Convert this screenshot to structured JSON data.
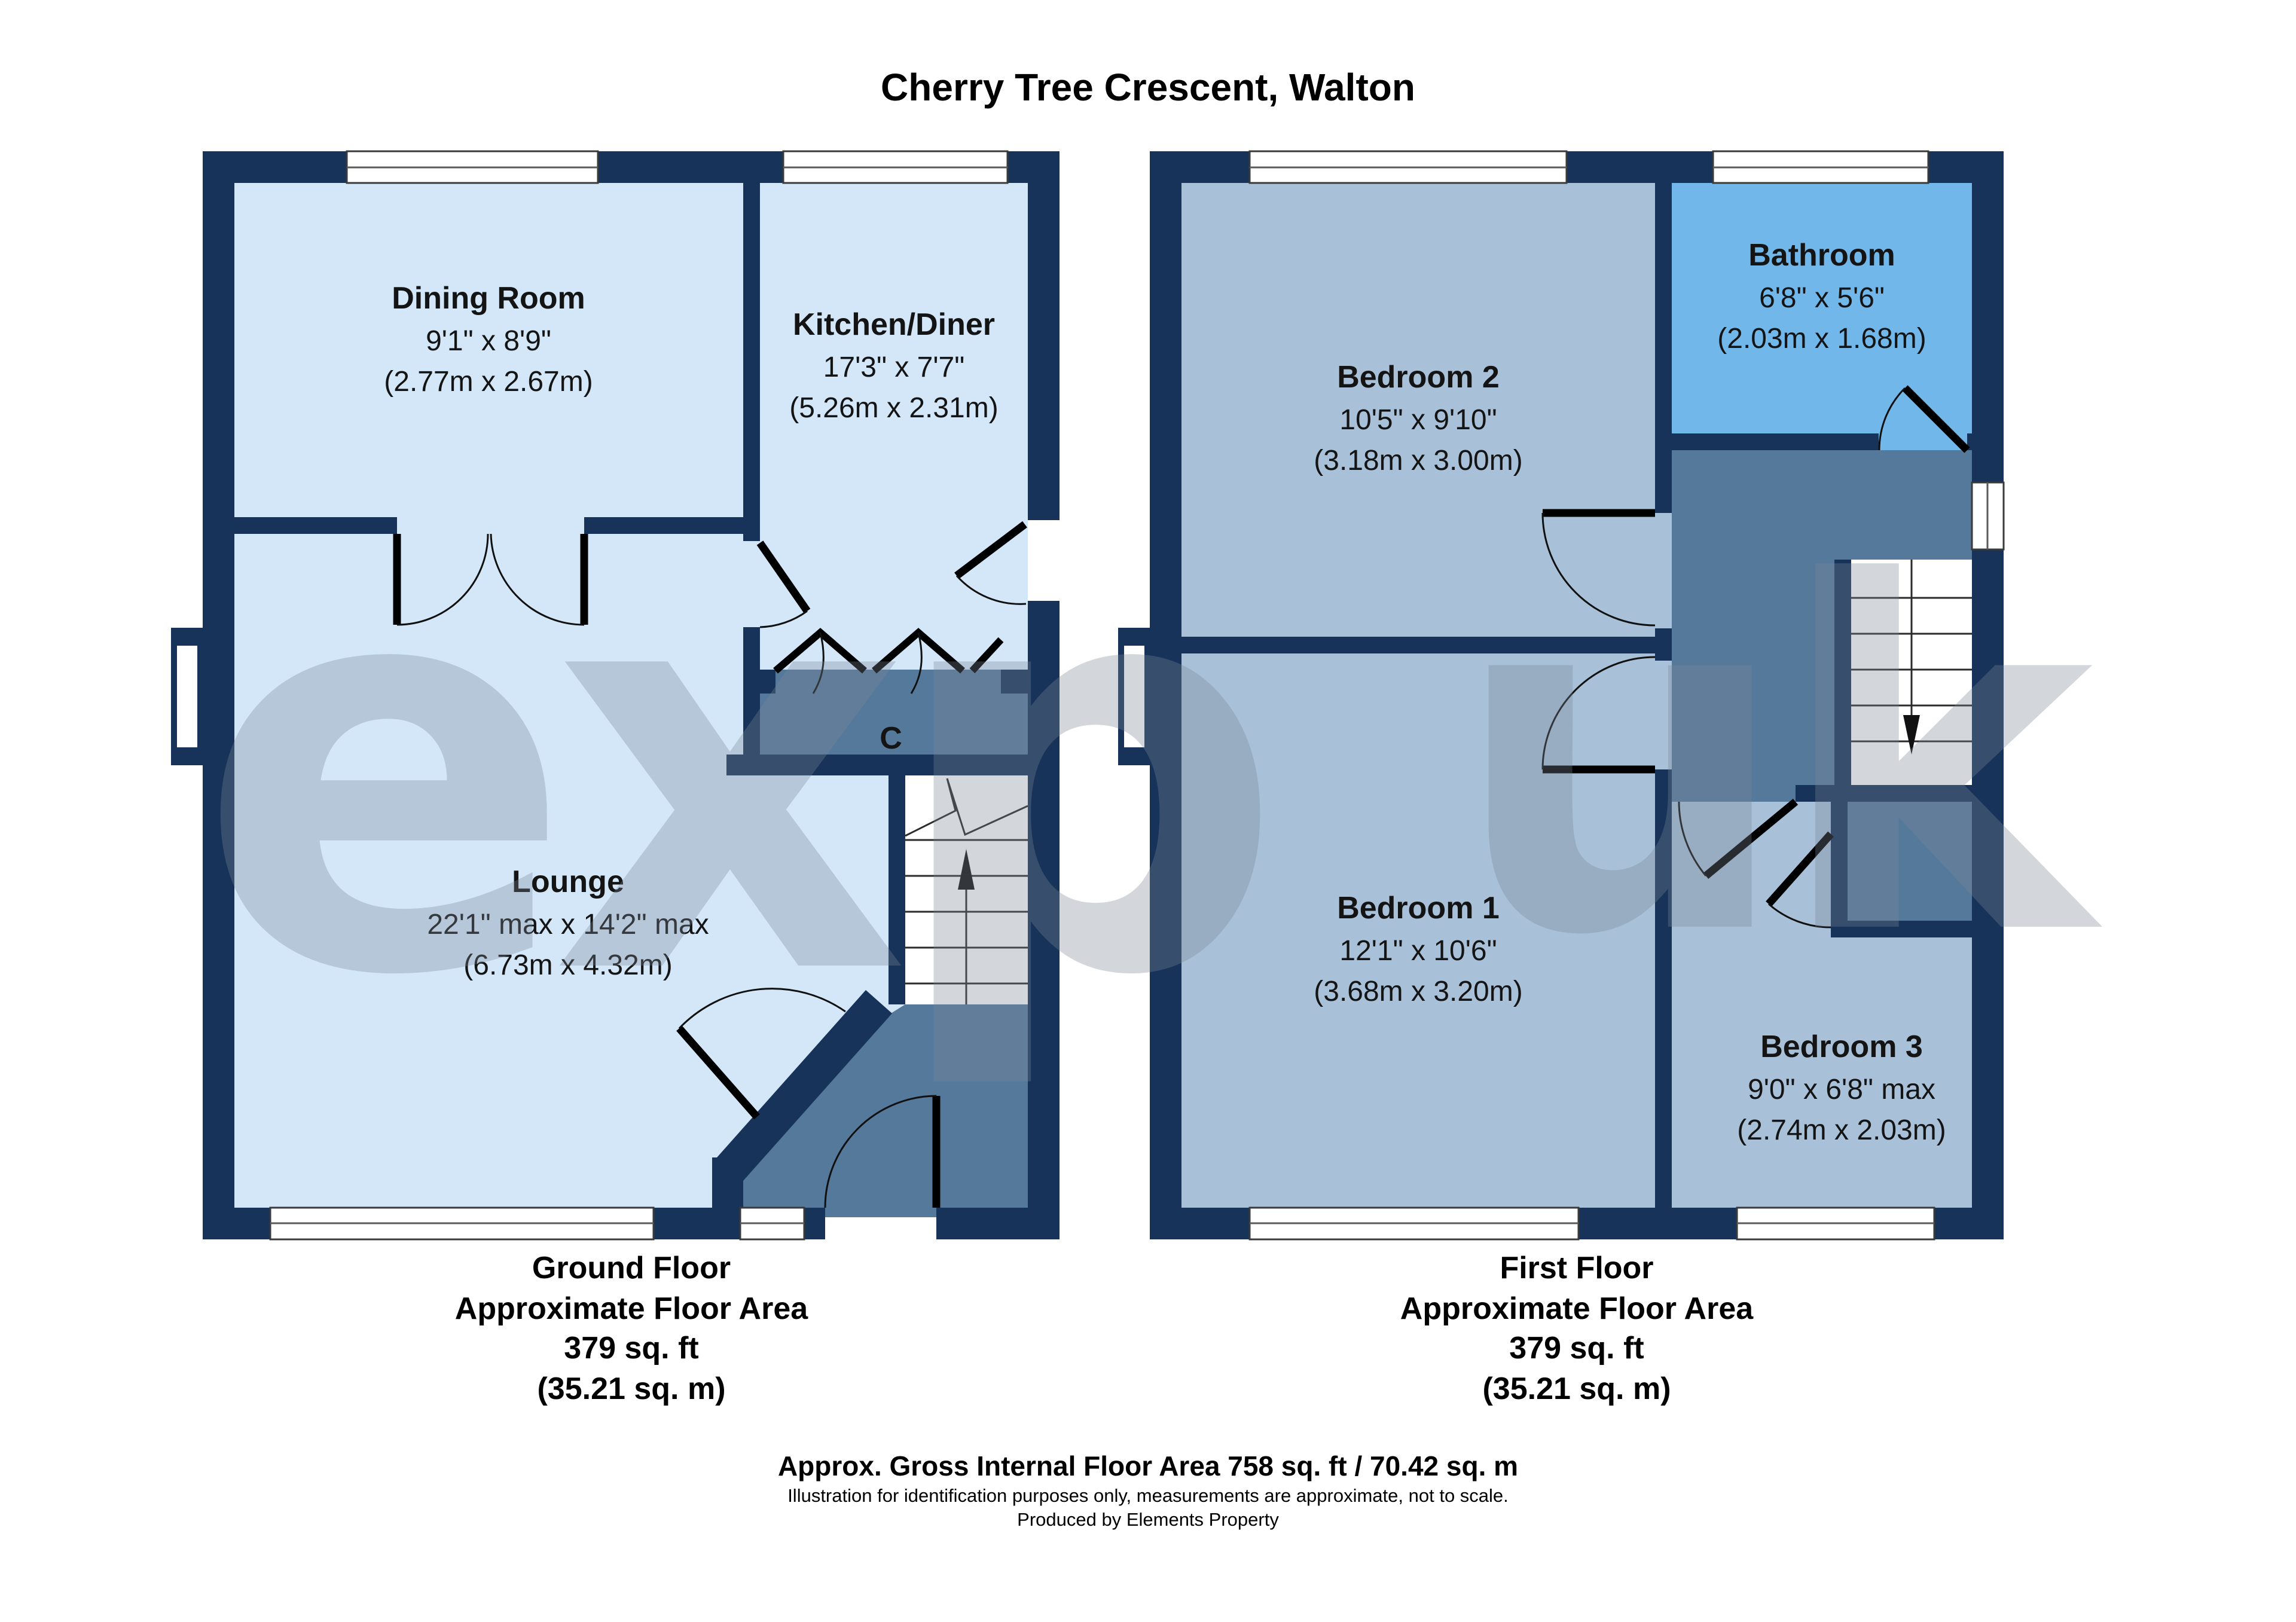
{
  "title": "Cherry Tree Crescent, Walton",
  "colors": {
    "wall": "#17335a",
    "roomLight": "#d3e7f9",
    "roomMid": "#a8c1d8",
    "slate": "#55799b",
    "bath": "#72b7ea",
    "wm": "rgba(120,135,150,0.33)"
  },
  "watermark": {
    "left": "exp",
    "right": "uk"
  },
  "ground_floor": {
    "rooms": {
      "dining": {
        "name": "Dining Room",
        "imperial": "9'1\" x 8'9\"",
        "metric": "(2.77m x 2.67m)"
      },
      "kitchen": {
        "name": "Kitchen/Diner",
        "imperial": "17'3\" x 7'7\"",
        "metric": "(5.26m x 2.31m)"
      },
      "lounge": {
        "name": "Lounge",
        "imperial": "22'1\" max x 14'2\" max",
        "metric": "(6.73m x 4.32m)"
      },
      "cupboard": {
        "name": "C"
      }
    },
    "caption": {
      "line1": "Ground Floor",
      "line2": "Approximate Floor Area",
      "line3": "379 sq. ft",
      "line4": "(35.21 sq. m)"
    }
  },
  "first_floor": {
    "rooms": {
      "bedroom2": {
        "name": "Bedroom 2",
        "imperial": "10'5\" x 9'10\"",
        "metric": "(3.18m x 3.00m)"
      },
      "bathroom": {
        "name": "Bathroom",
        "imperial": "6'8\" x 5'6\"",
        "metric": "(2.03m x 1.68m)"
      },
      "bedroom1": {
        "name": "Bedroom 1",
        "imperial": "12'1\" x 10'6\"",
        "metric": "(3.68m x 3.20m)"
      },
      "bedroom3": {
        "name": "Bedroom 3",
        "imperial": "9'0\" x 6'8\" max",
        "metric": "(2.74m x 2.03m)"
      }
    },
    "caption": {
      "line1": "First Floor",
      "line2": "Approximate Floor Area",
      "line3": "379 sq. ft",
      "line4": "(35.21 sq. m)"
    }
  },
  "footer": {
    "line1": "Approx. Gross Internal Floor Area 758 sq. ft / 70.42 sq. m",
    "line2": "Illustration for identification purposes only, measurements are approximate, not to scale.",
    "line3": "Produced by Elements Property"
  }
}
